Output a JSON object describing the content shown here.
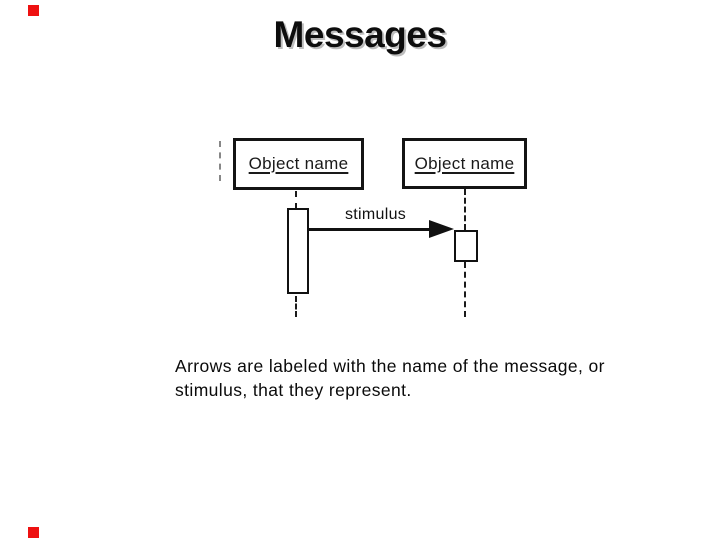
{
  "slide": {
    "title": "Messages",
    "caption_lines": [
      "Arrows are labeled with the name of the message, or",
      "stimulus, that they represent."
    ]
  },
  "diagram": {
    "type": "uml-sequence-diagram",
    "objects": [
      {
        "label": "Object name"
      },
      {
        "label": "Object name"
      }
    ],
    "message": {
      "label": "stimulus",
      "direction": "left-to-right"
    }
  },
  "colors": {
    "ink": "#111111",
    "corner_marker_red": "#ee1111",
    "title_shadow": "#bdbdbd",
    "background": "#ffffff"
  }
}
